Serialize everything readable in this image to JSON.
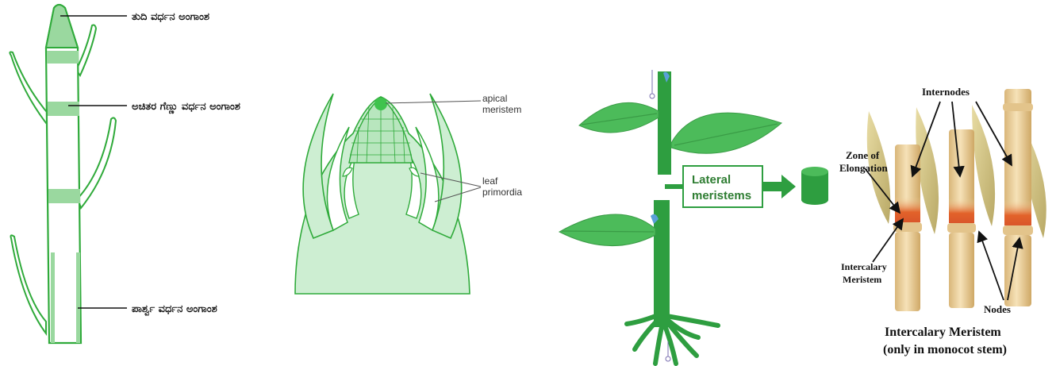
{
  "panel_1": {
    "label_tip": "ತುದಿ ವರ್ಧನ ಅಂಗಾಂಶ",
    "label_intercalary": "ಅಚಿತರ ಗೆಣ್ಣು ವರ್ಧನ ಅಂಗಾಂಶ",
    "label_lateral": "ಪಾರ್ಶ್ವ ವರ್ಧನ ಅಂಗಾಂಶ"
  },
  "panel_2": {
    "apical_line1": "apical",
    "apical_line2": "meristem",
    "leaf_line1": "leaf",
    "leaf_line2": "primordia"
  },
  "panel_3": {
    "box_line1": "Lateral",
    "box_line2": "meristems"
  },
  "panel_4": {
    "internodes": "Internodes",
    "zone_line1": "Zone of",
    "zone_line2": "Elongation",
    "intercalary_line1": "Intercalary",
    "intercalary_line2": "Meristem",
    "nodes": "Nodes",
    "caption_line1": "Intercalary Meristem",
    "caption_line2": "(only in monocot stem)"
  },
  "colors": {
    "outline_green": "#2faa3a",
    "light_green": "#cdeed2",
    "band_green": "#9ad89f",
    "leaf_green": "#4cbb5a",
    "stem_tan": "#efd3a0",
    "meristem_orange": "#e2622a"
  }
}
